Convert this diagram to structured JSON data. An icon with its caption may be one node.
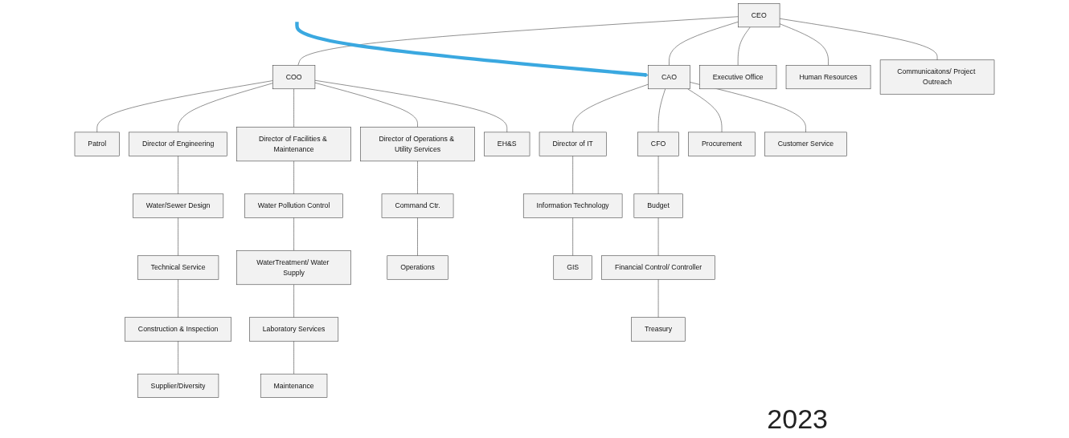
{
  "diagram": {
    "nodes": [
      {
        "text": [
          "CEO"
        ]
      },
      {
        "text": [
          "COO"
        ]
      },
      {
        "text": [
          "CAO"
        ]
      },
      {
        "text": [
          "Executive Office"
        ]
      },
      {
        "text": [
          "Human Resources"
        ]
      },
      {
        "text": [
          "Communicaitons/ Project Outreach"
        ]
      },
      {
        "text": [
          "Patrol"
        ]
      },
      {
        "text": [
          "Director of Engineering"
        ]
      },
      {
        "text": [
          "Director of Facilities & Maintenance"
        ]
      },
      {
        "text": [
          "Director of Operations & Utility Services"
        ]
      },
      {
        "text": [
          "EH&S"
        ]
      },
      {
        "text": [
          "Water/Sewer Design"
        ]
      },
      {
        "text": [
          "Technical Service"
        ]
      },
      {
        "text": [
          "Construction & Inspection"
        ]
      },
      {
        "text": [
          "Supplier/Diversity"
        ]
      },
      {
        "text": [
          "Water Pollution Control"
        ]
      },
      {
        "text": [
          "WaterTreatment/ Water Supply"
        ]
      },
      {
        "text": [
          "Laboratory Services"
        ]
      },
      {
        "text": [
          "Maintenance"
        ]
      },
      {
        "text": [
          "Command Ctr."
        ]
      },
      {
        "text": [
          "Operations"
        ]
      },
      {
        "text": [
          "Director of IT"
        ]
      },
      {
        "text": [
          "CFO"
        ]
      },
      {
        "text": [
          "Procurement"
        ]
      },
      {
        "text": [
          "Customer Service"
        ]
      },
      {
        "text": [
          "Information Technology"
        ]
      },
      {
        "text": [
          "GIS"
        ]
      },
      {
        "text": [
          "Budget"
        ]
      },
      {
        "text": [
          "Financial Control/ Controller"
        ]
      },
      {
        "text": [
          "Treasury"
        ]
      }
    ],
    "edges": [
      {
        "from": 0,
        "to": 1,
        "arrow": "none"
      },
      {
        "from": 0,
        "to": 2,
        "arrow": "none"
      },
      {
        "from": 0,
        "to": 3,
        "arrow": "none"
      },
      {
        "from": 0,
        "to": 4,
        "arrow": "none"
      },
      {
        "from": 0,
        "to": 5,
        "arrow": "none"
      },
      {
        "from": 1,
        "to": 6,
        "arrow": "none"
      },
      {
        "from": 1,
        "to": 7,
        "arrow": "none"
      },
      {
        "from": 1,
        "to": 8,
        "arrow": "none"
      },
      {
        "from": 1,
        "to": 9,
        "arrow": "none"
      },
      {
        "from": 1,
        "to": 10,
        "arrow": "none"
      },
      {
        "from": 7,
        "to": 11,
        "arrow": "none"
      },
      {
        "from": 11,
        "to": 12,
        "arrow": "none"
      },
      {
        "from": 12,
        "to": 13,
        "arrow": "none"
      },
      {
        "from": 13,
        "to": 14,
        "arrow": "none"
      },
      {
        "from": 8,
        "to": 15,
        "arrow": "none"
      },
      {
        "from": 15,
        "to": 16,
        "arrow": "none"
      },
      {
        "from": 16,
        "to": 17,
        "arrow": "none"
      },
      {
        "from": 17,
        "to": 18,
        "arrow": "none"
      },
      {
        "from": 9,
        "to": 19,
        "arrow": "none"
      },
      {
        "from": 19,
        "to": 20,
        "arrow": "none"
      },
      {
        "from": 2,
        "to": 21,
        "arrow": "none"
      },
      {
        "from": 2,
        "to": 22,
        "arrow": "none"
      },
      {
        "from": 2,
        "to": 23,
        "arrow": "none"
      },
      {
        "from": 2,
        "to": 24,
        "arrow": "none"
      },
      {
        "from": 21,
        "to": 25,
        "arrow": "none"
      },
      {
        "from": 25,
        "to": 26,
        "arrow": "none"
      },
      {
        "from": 22,
        "to": 27,
        "arrow": "none"
      },
      {
        "from": 27,
        "to": 28,
        "arrow": "none"
      },
      {
        "from": 28,
        "to": 29,
        "arrow": "none"
      },
      {
        "from": null,
        "to": 2,
        "arrow": "to",
        "style": "thick",
        "color": "#3aa8e0"
      }
    ],
    "labels": [
      "2023"
    ]
  }
}
